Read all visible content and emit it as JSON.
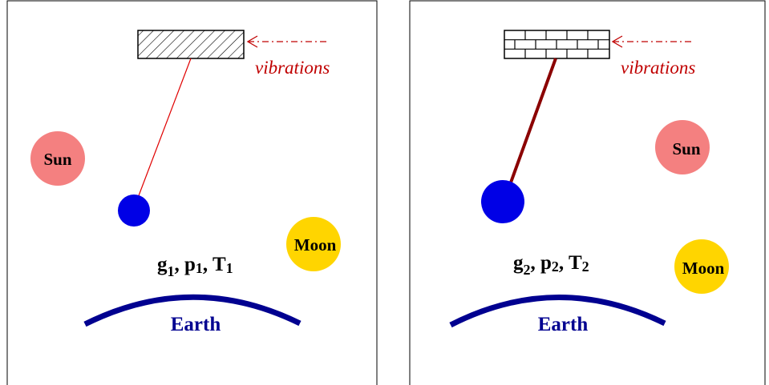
{
  "panels": [
    {
      "vibrations_label": "vibrations",
      "sun_label": "Sun",
      "moon_label": "Moon",
      "earth_label": "Earth",
      "params": {
        "g": "g",
        "g_sub": "1",
        "p": "p",
        "p_sub": "1",
        "T": "T",
        "T_sub": "1"
      }
    },
    {
      "vibrations_label": "vibrations",
      "sun_label": "Sun",
      "moon_label": "Moon",
      "earth_label": "Earth",
      "params": {
        "g": "g",
        "g_sub": "2",
        "p": "p",
        "p_sub": "2",
        "T": "T",
        "T_sub": "2"
      }
    }
  ],
  "colors": {
    "sun": "#f48080",
    "moon": "#ffd500",
    "bob": "#0000e6",
    "earth": "#000090",
    "vibrations": "#c00000",
    "string_thin": "#e00000",
    "string_thick": "#8b0000"
  }
}
